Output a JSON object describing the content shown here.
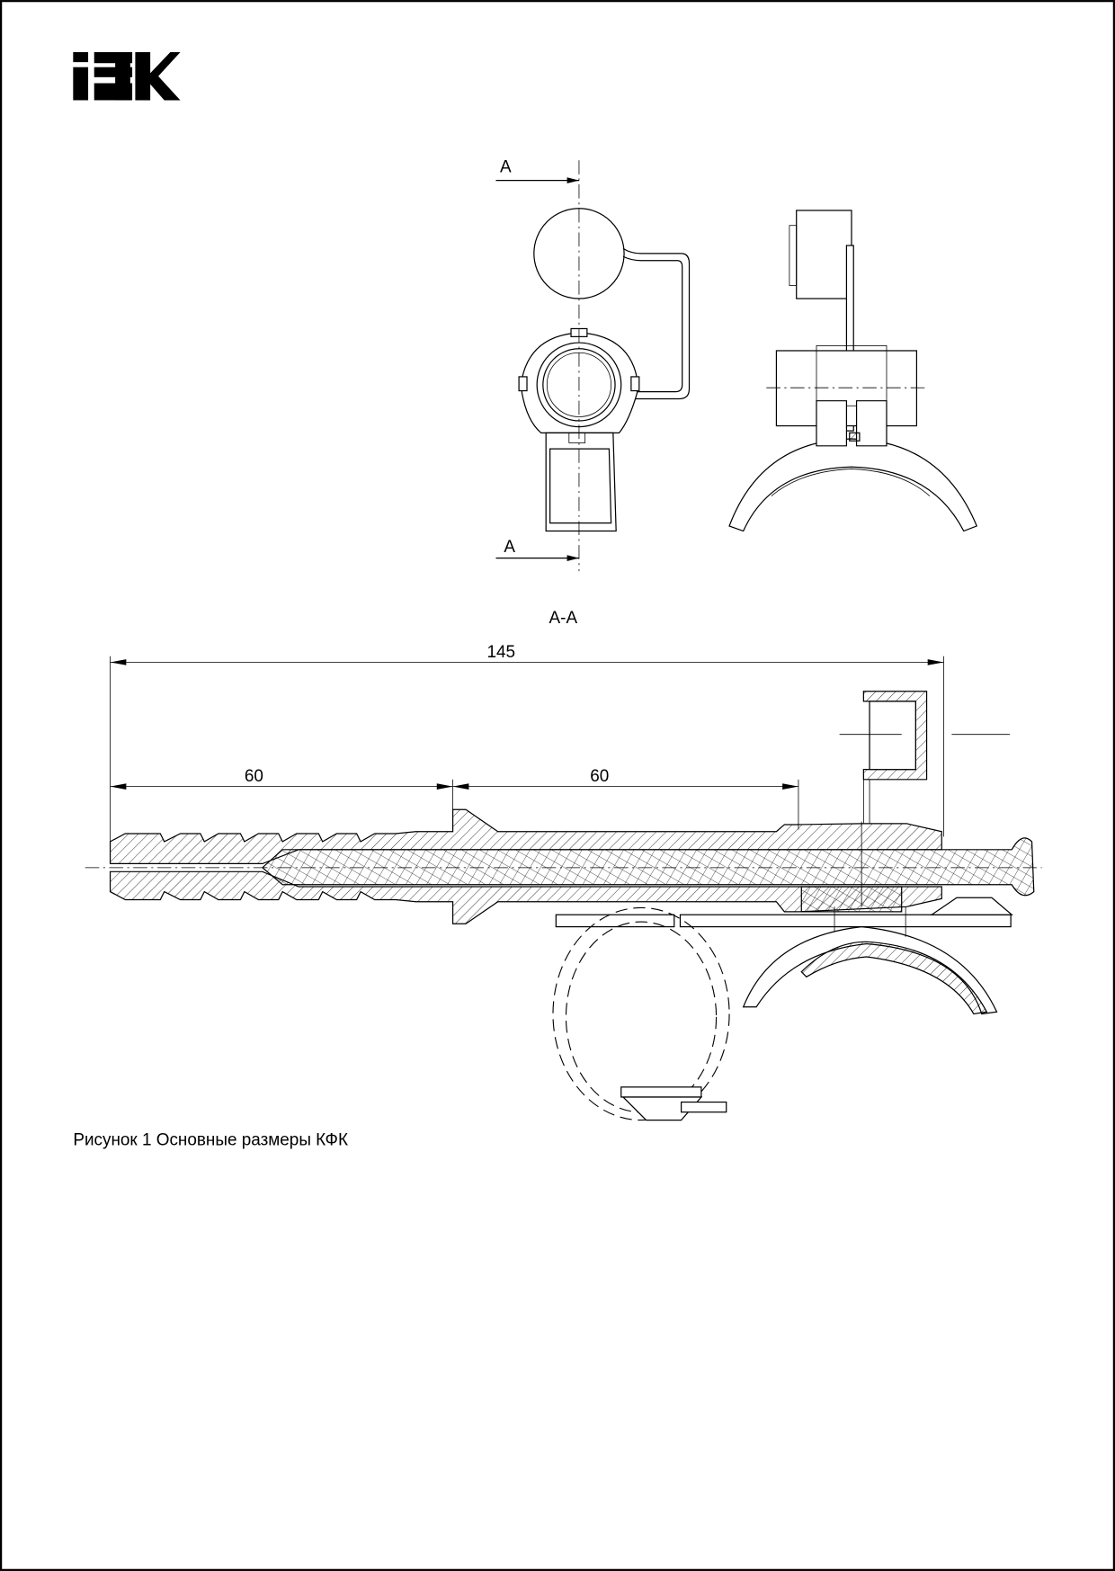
{
  "logo": {
    "text": "IEK"
  },
  "drawing": {
    "section_marker_top": "A",
    "section_marker_bottom": "A",
    "section_title": "A-A",
    "dimensions": {
      "overall_length": "145",
      "segment_1": "60",
      "segment_2": "60"
    }
  },
  "caption": "Рисунок 1  Основные размеры КФК"
}
